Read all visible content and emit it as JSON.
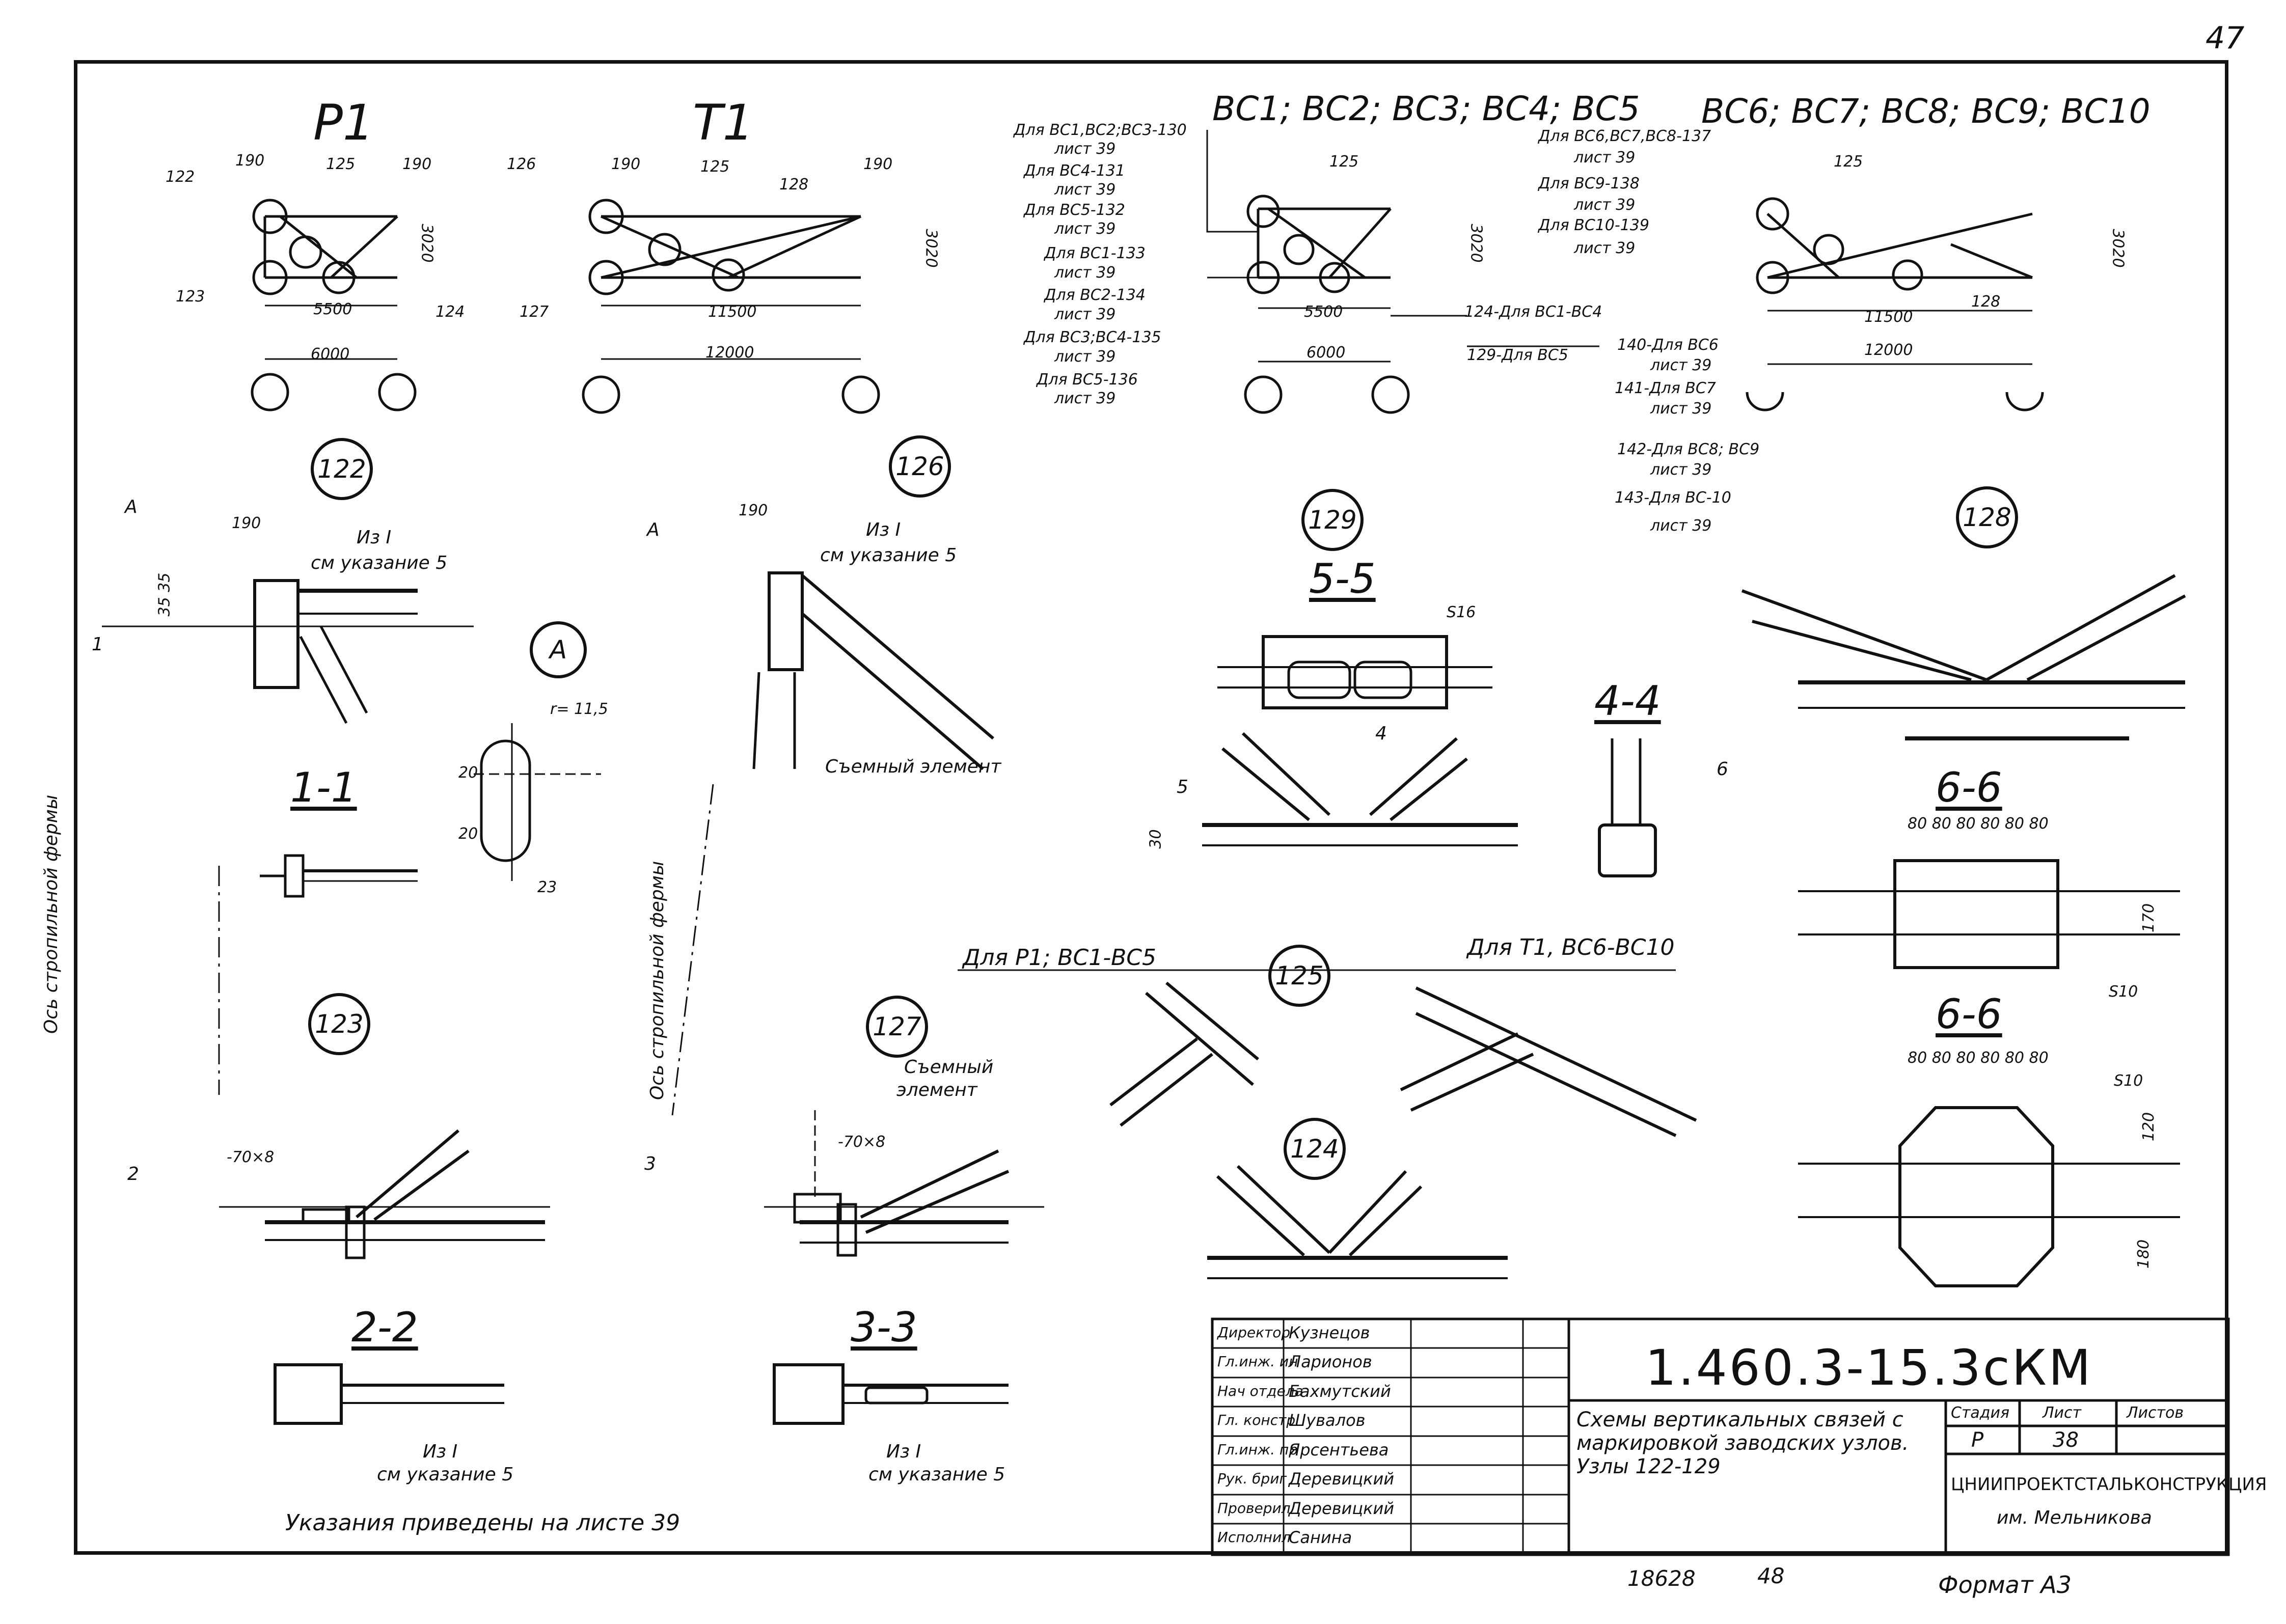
{
  "page_number": "47",
  "schemes": {
    "p1": {
      "title": "Р1",
      "dims": [
        "190",
        "125",
        "190",
        "3020",
        "5500",
        "6000"
      ],
      "nodes": [
        "122",
        "123",
        "124"
      ]
    },
    "t1": {
      "title": "Т1",
      "dims": [
        "190",
        "125",
        "128",
        "190",
        "3020",
        "11500",
        "12000"
      ],
      "nodes": [
        "126",
        "127"
      ]
    },
    "bc1_5": {
      "title": "ВС1; ВС2; ВС3; ВС4; ВС5",
      "dims": [
        "125",
        "3020",
        "5500",
        "6000"
      ],
      "refs": [
        "Для ВС1,ВС2;ВС3-130",
        "лист 39",
        "Для ВС4-131",
        "лист 39",
        "Для ВС5-132",
        "лист 39",
        "Для ВС1-133",
        "лист 39",
        "Для ВС2-134",
        "лист 39",
        "Для ВС3;ВС4-135",
        "лист 39",
        "Для ВС5-136",
        "лист 39"
      ],
      "right_refs": [
        "124-Для ВС1-ВС4",
        "129-Для ВС5"
      ]
    },
    "bc6_10": {
      "title": "ВС6; ВС7; ВС8; ВС9; ВС10",
      "dims": [
        "125",
        "3020",
        "11500",
        "12000",
        "128"
      ],
      "refs": [
        "Для ВС6,ВС7,ВС8-137",
        "лист 39",
        "Для ВС9-138",
        "лист 39",
        "Для ВС10-139",
        "лист 39"
      ],
      "lower_refs": [
        "140-Для ВС6",
        "лист 39",
        "141-Для ВС7",
        "лист 39",
        "142-Для ВС8; ВС9",
        "лист 39",
        "143-Для ВС-10",
        "лист 39"
      ]
    }
  },
  "nodes": {
    "n122": "122",
    "n126": "126",
    "n129": "129",
    "n128": "128",
    "n123": "123",
    "n127": "127",
    "n125": "125",
    "n124": "124",
    "nA": "А"
  },
  "detail_text": {
    "a_label": "А",
    "dim_190": "190",
    "iz_i": "Из I",
    "see_note5": "см указание 5",
    "dim_35_35": "35 35",
    "cut1": "1",
    "section_1_1": "1-1",
    "section_2_2": "2-2",
    "section_3_3": "3-3",
    "section_4_4": "4-4",
    "section_5_5": "5-5",
    "section_6_6": "6-6",
    "removable": "Съемный элемент",
    "removable_2": "Съемный",
    "removable_3": "элемент",
    "axis_truss": "Ось стропильной фермы",
    "r_label": "r= 11,5",
    "dim_20a": "20",
    "dim_20b": "20",
    "dim_23": "23",
    "plate_70": "-70×8",
    "cut2": "2",
    "cut3": "3",
    "cut4": "4",
    "cut5": "5",
    "cut6": "6",
    "s16": "S16",
    "s10": "S10",
    "s10b": "S10",
    "dim_30": "30",
    "dims_80": "80 80 80 80 80 80",
    "dim_170": "170",
    "dim_120": "120",
    "dim_180": "180",
    "for_p1": "Для Р1; ВС1-ВС5",
    "for_t1": "Для Т1, ВС6-ВС10",
    "notes": "Указания приведены на листе 39"
  },
  "title_block": {
    "roles": [
      "Директор",
      "Гл.инж. ин",
      "Нач отдела",
      "Гл. констр",
      "Гл.инж. пр",
      "Рук. бриг",
      "Проверил",
      "Исполнил"
    ],
    "names": [
      "Кузнецов",
      "Ларионов",
      "Бахмутский",
      "Шувалов",
      "Ярсентьева",
      "Деревицкий",
      "Деревицкий",
      "Санина"
    ],
    "doc_code": "1.460.3-15.3сКМ",
    "description": "Схемы вертикальных связей с маркировкой заводских узлов. Узлы 122-129",
    "stage_label": "Стадия",
    "sheet_label": "Лист",
    "sheets_label": "Листов",
    "stage": "Р",
    "sheet": "38",
    "org": "ЦНИИПРОЕКТСТАЛЬКОНСТРУКЦИЯ",
    "org2": "им. Мельникова"
  },
  "footer": {
    "inv": "18628",
    "num": "48",
    "format": "Формат А3"
  },
  "colors": {
    "ink": "#111111",
    "paper": "#ffffff"
  }
}
